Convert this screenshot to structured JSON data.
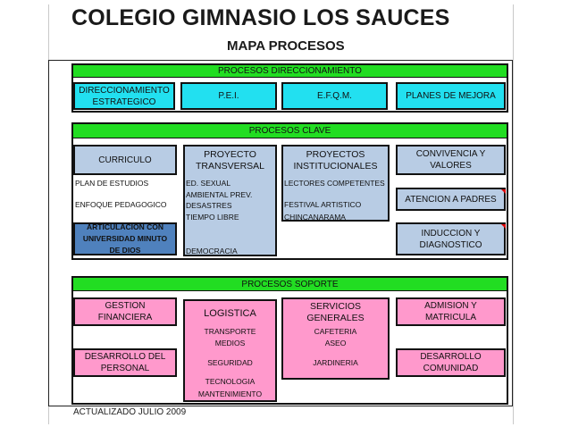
{
  "title": "COLEGIO  GIMNASIO LOS SAUCES",
  "subtitle": "MAPA PROCESOS",
  "footer": "ACTUALIZADO  JULIO 2009",
  "direccionamiento": {
    "header": "PROCESOS DIRECCIONAMIENTO",
    "boxes": [
      "DIRECCIONAMIENTO ESTRATEGICO",
      "P.E.I.",
      "E.F.Q.M.",
      "PLANES DE MEJORA"
    ]
  },
  "clave": {
    "header": "PROCESOS CLAVE",
    "curriculo": {
      "title": "CURRICULO",
      "items": [
        "PLAN DE ESTUDIOS",
        "ENFOQUE PEDAGOGICO"
      ],
      "articulacion": "ARTICULACION  CON UNIVERSIDAD MINUTO DE DIOS"
    },
    "proyecto_transversal": {
      "title": "PROYECTO TRANSVERSAL",
      "items": [
        "ED. SEXUAL",
        "AMBIENTAL PREV. DESASTRES",
        "TIEMPO LIBRE",
        "DEMOCRACIA"
      ]
    },
    "proyectos_institucionales": {
      "title": "PROYECTOS INSTITUCIONALES",
      "items": [
        "LECTORES COMPETENTES",
        "FESTIVAL ARTISTICO",
        "CHINCANARAMA"
      ]
    },
    "convivencia": "CONVIVENCIA Y VALORES",
    "atencion": "ATENCION A PADRES",
    "induccion": "INDUCCION Y DIAGNOSTICO"
  },
  "soporte": {
    "header": "PROCESOS SOPORTE",
    "gestion": "GESTION FINANCIERA",
    "desarrollo_personal": "DESARROLLO   DEL PERSONAL",
    "logistica": {
      "title": "LOGISTICA",
      "items": [
        "TRANSPORTE",
        "MEDIOS",
        "SEGURIDAD",
        "TECNOLOGIA",
        "MANTENIMIENTO"
      ]
    },
    "servicios": {
      "title": "SERVICIOS GENERALES",
      "items": [
        "CAFETERIA",
        "ASEO",
        "JARDINERIA"
      ]
    },
    "admision": "ADMISION Y MATRICULA",
    "desarrollo_comunidad": "DESARROLLO COMUNIDAD"
  }
}
